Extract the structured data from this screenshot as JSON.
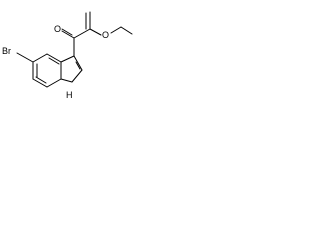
{
  "molecule": {
    "atoms": {
      "br": "Br",
      "oxygen_ketone": "O",
      "oxygen_ester": "O",
      "nitrogen_h": "H"
    },
    "colors": {
      "bond": "#000000",
      "label": "#000000",
      "background": "#ffffff"
    }
  }
}
